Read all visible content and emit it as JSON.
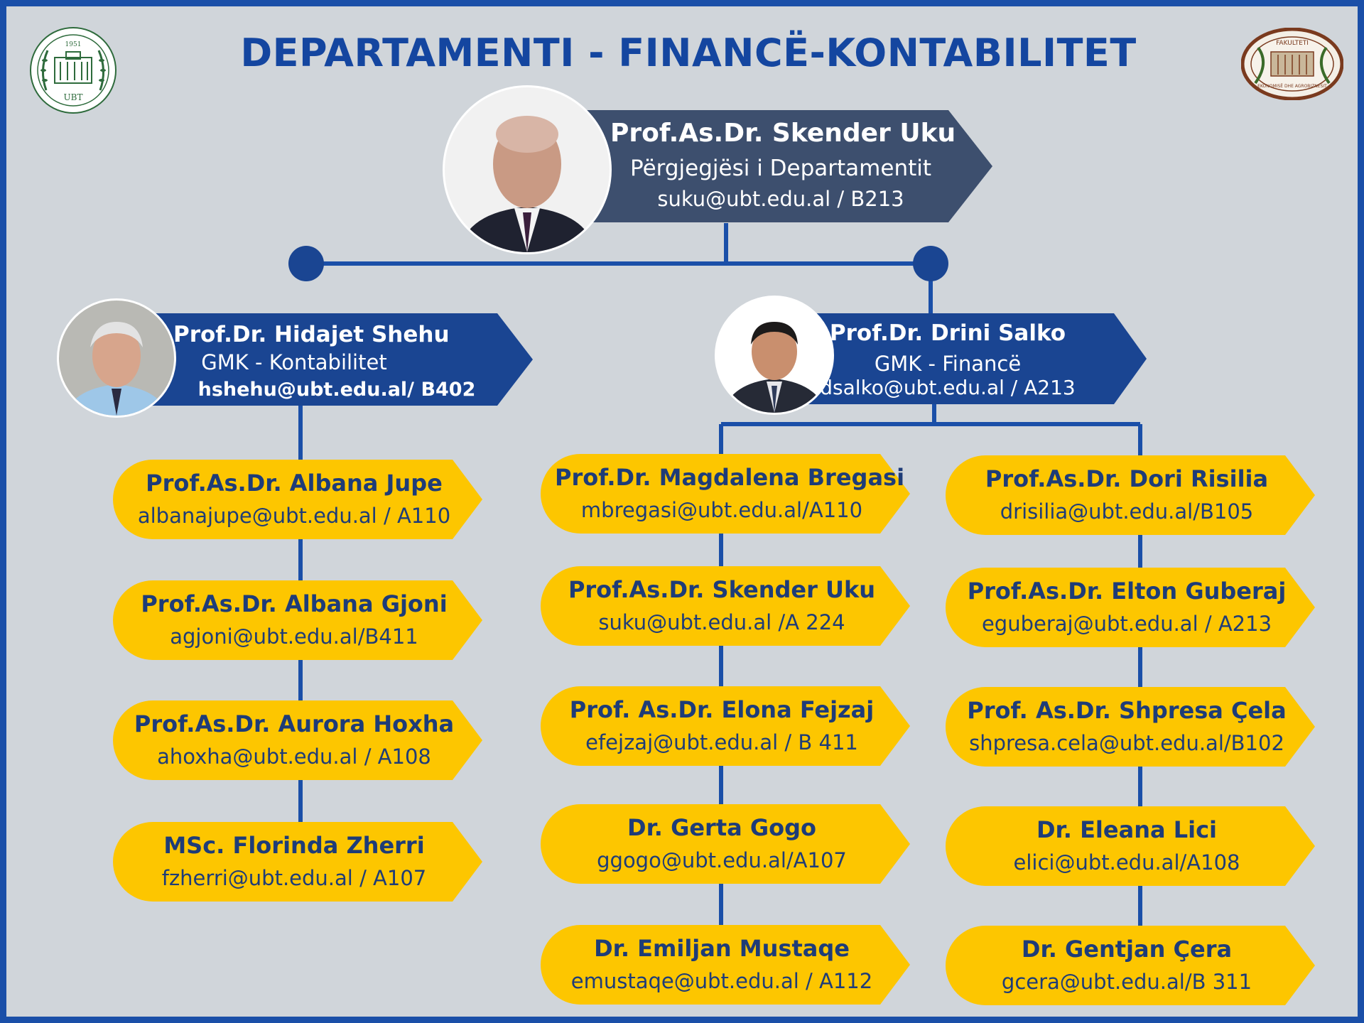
{
  "title": "DEPARTAMENTI - FINANCË-KONTABILITET",
  "colors": {
    "background": "#d0d5da",
    "frame": "#1a4fa8",
    "head_box": "#3d4f6e",
    "gmk_box": "#1a4592",
    "member_box": "#fdc600",
    "member_text": "#1e3c78",
    "connector": "#1a4fa8"
  },
  "logos": {
    "left": "ubt-seal-logo",
    "right": "faculty-emblem-logo",
    "left_text": "UBT",
    "left_year": "1951",
    "right_text_top": "FAKULTETI",
    "right_text_bottom": "EKONOMISË DHE AGROBIZNESIT"
  },
  "head": {
    "name": "Prof.As.Dr. Skender Uku",
    "role": "Përgjegjësi i Departamentit",
    "email": "suku@ubt.edu.al / B213"
  },
  "branches": [
    {
      "name": "Prof.Dr. Hidajet Shehu",
      "role": "GMK - Kontabilitet",
      "email": "hshehu@ubt.edu.al/ B402",
      "members": [
        {
          "name": "Prof.As.Dr. Albana Jupe",
          "email": "albanajupe@ubt.edu.al / A110"
        },
        {
          "name": "Prof.As.Dr. Albana Gjoni",
          "email": "agjoni@ubt.edu.al/B411"
        },
        {
          "name": "Prof.As.Dr. Aurora Hoxha",
          "email": "ahoxha@ubt.edu.al / A108"
        },
        {
          "name": "MSc. Florinda Zherri",
          "email": "fzherri@ubt.edu.al / A107"
        }
      ]
    },
    {
      "name": "Prof.Dr. Drini Salko",
      "role": "GMK - Financë",
      "email": "dsalko@ubt.edu.al / A213",
      "columns": [
        [
          {
            "name": "Prof.Dr. Magdalena Bregasi",
            "email": "mbregasi@ubt.edu.al/A110"
          },
          {
            "name": "Prof.As.Dr. Skender Uku",
            "email": "suku@ubt.edu.al /A 224"
          },
          {
            "name": "Prof. As.Dr. Elona Fejzaj",
            "email": "efejzaj@ubt.edu.al / B 411"
          },
          {
            "name": "Dr. Gerta Gogo",
            "email": "ggogo@ubt.edu.al/A107"
          },
          {
            "name": "Dr. Emiljan Mustaqe",
            "email": "emustaqe@ubt.edu.al / A112"
          }
        ],
        [
          {
            "name": "Prof.As.Dr. Dori Risilia",
            "email": "drisilia@ubt.edu.al/B105"
          },
          {
            "name": "Prof.As.Dr. Elton Guberaj",
            "email": "eguberaj@ubt.edu.al / A213"
          },
          {
            "name": "Prof. As.Dr. Shpresa Çela",
            "email": "shpresa.cela@ubt.edu.al/B102"
          },
          {
            "name": "Dr. Eleana Lici",
            "email": "elici@ubt.edu.al/A108"
          },
          {
            "name": "Dr. Gentjan Çera",
            "email": "gcera@ubt.edu.al/B 311"
          }
        ]
      ]
    }
  ]
}
